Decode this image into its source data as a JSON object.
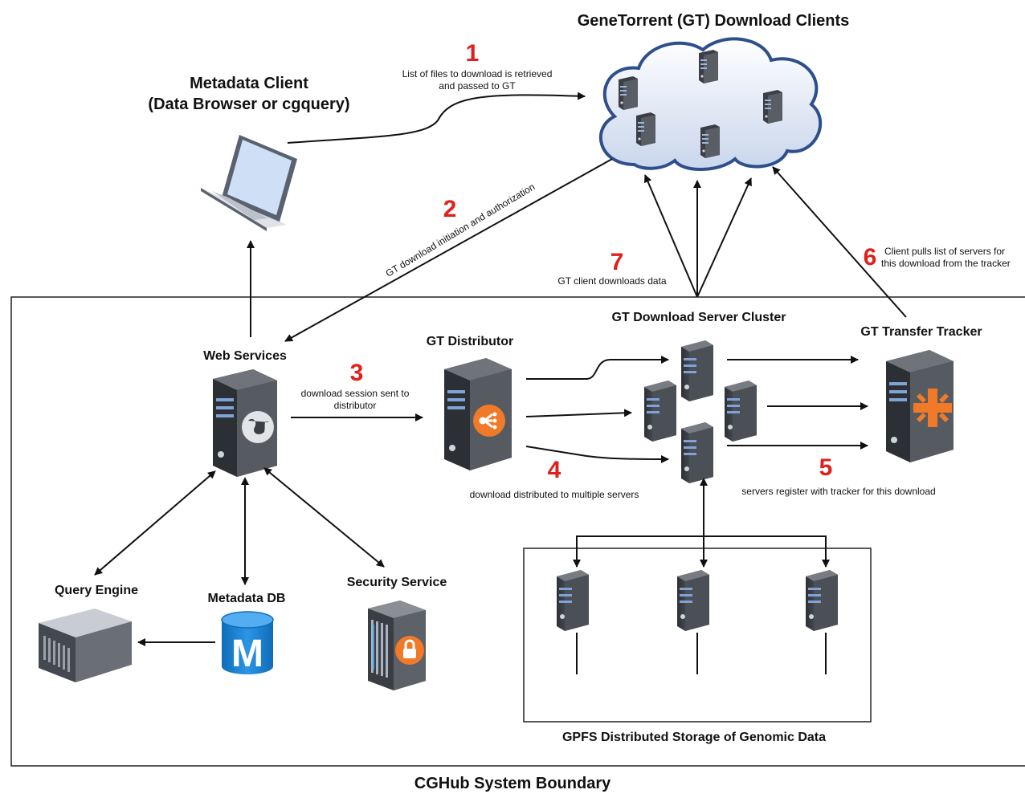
{
  "titles": {
    "gt_clients": "GeneTorrent (GT) Download Clients",
    "metadata_client_line1": "Metadata Client",
    "metadata_client_line2": "(Data Browser or cgquery)",
    "boundary": "CGHub System Boundary"
  },
  "components": {
    "web_services": "Web Services",
    "gt_distributor": "GT Distributor",
    "gt_server_cluster": "GT Download Server Cluster",
    "gt_transfer_tracker": "GT Transfer Tracker",
    "query_engine": "Query Engine",
    "metadata_db": "Metadata DB",
    "metadata_db_letter": "M",
    "security_service": "Security Service",
    "gpfs_storage": "GPFS Distributed Storage of  Genomic Data"
  },
  "steps": [
    {
      "number": "1",
      "line1": "List of files to download is retrieved",
      "line2": "and passed to GT"
    },
    {
      "number": "2",
      "line1": "GT download initiation and authorization",
      "line2": ""
    },
    {
      "number": "3",
      "line1": "download session sent to",
      "line2": "distributor"
    },
    {
      "number": "4",
      "line1": "download distributed to multiple servers",
      "line2": ""
    },
    {
      "number": "5",
      "line1": "servers register with tracker for this download",
      "line2": ""
    },
    {
      "number": "6",
      "line1": "Client pulls list of servers for",
      "line2": "this download from the tracker"
    },
    {
      "number": "7",
      "line1": "GT client downloads data",
      "line2": ""
    }
  ],
  "colors": {
    "step_number": "#e0201b",
    "accent_orange": "#f07a28",
    "server_dark": "#3a3d42",
    "cloud_fill": "#dde6f4",
    "db_blue": "#1a7fd0"
  }
}
